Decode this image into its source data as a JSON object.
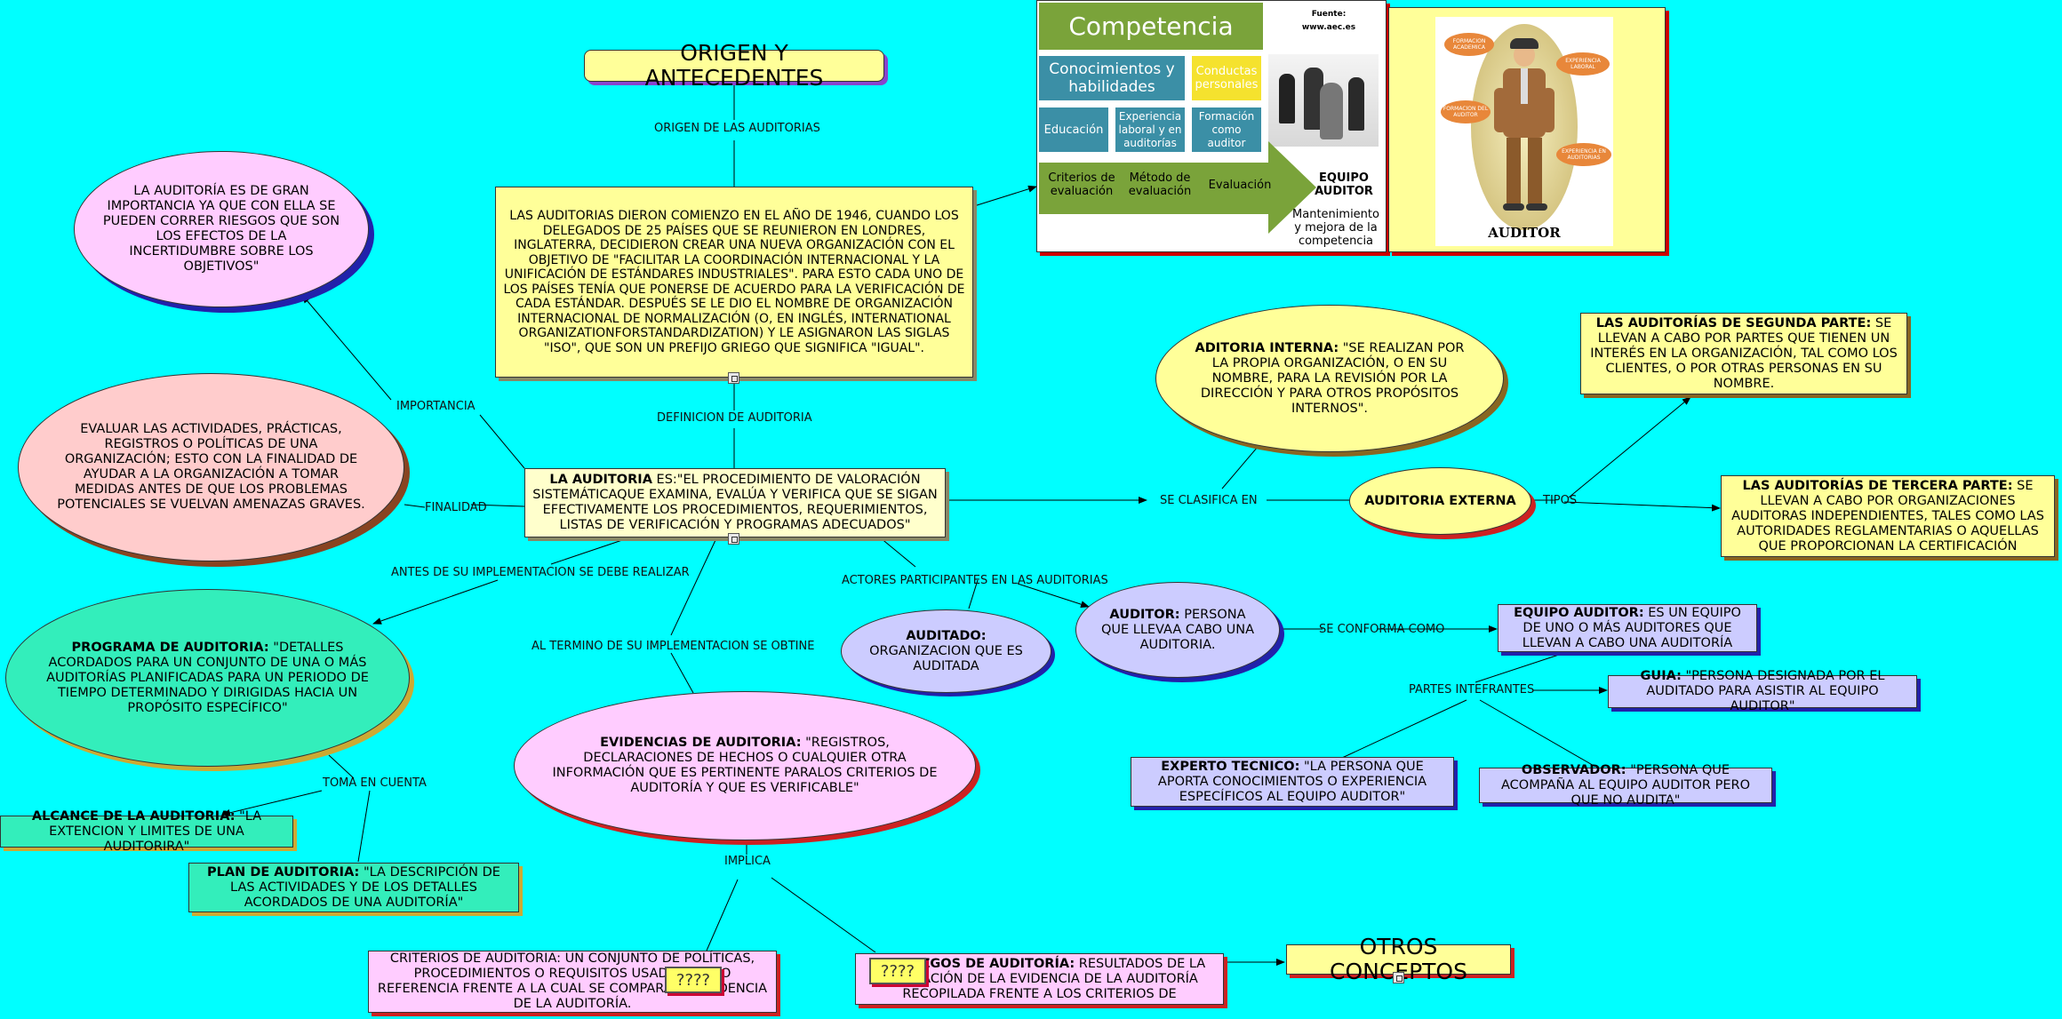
{
  "nodes": {
    "origen_title": "ORIGEN Y ANTECEDENTES",
    "historia": "LAS AUDITORIAS DIERON COMIENZO EN EL AÑO DE  1946, CUANDO LOS DELEGADOS DE 25 PAÍSES QUE SE REUNIERON EN LONDRES, INGLATERRA, DECIDIERON CREAR UNA NUEVA ORGANIZACIÓN CON EL OBJETIVO DE \"FACILITAR LA COORDINACIÓN INTERNACIONAL Y LA UNIFICACIÓN DE ESTÁNDARES INDUSTRIALES\".  PARA ESTO CADA UNO DE LOS PAÍSES TENÍA QUE PONERSE DE ACUERDO PARA LA VERIFICACIÓN DE CADA ESTÁNDAR.  DESPUÉS SE LE DIO EL NOMBRE DE ORGANIZACIÓN INTERNACIONAL DE NORMALIZACIÓN (O, EN INGLÉS, INTERNATIONAL ORGANIZATIONFORSTANDARDIZATION) Y LE ASIGNARON LAS SIGLAS \"ISO\", QUE SON UN PREFIJO GRIEGO QUE SIGNIFICA \"IGUAL\".",
    "importancia": "LA AUDITORÍA ES DE GRAN IMPORTANCIA YA QUE CON ELLA SE PUEDEN CORRER RIESGOS QUE SON LOS EFECTOS DE LA INCERTIDUMBRE SOBRE LOS OBJETIVOS\"",
    "finalidad": "EVALUAR LAS ACTIVIDADES, PRÁCTICAS, REGISTROS O POLÍTICAS DE UNA ORGANIZACIÓN; ESTO CON LA FINALIDAD DE AYUDAR A LA ORGANIZACIÓN A TOMAR MEDIDAS ANTES DE QUE LOS PROBLEMAS POTENCIALES SE VUELVAN AMENAZAS GRAVES.",
    "auditoria_bold": "LA AUDITORIA",
    "auditoria_text": " ES:\"EL PROCEDIMIENTO DE VALORACIÓN SISTEMÁTICAQUE EXAMINA, EVALÚA Y VERIFICA QUE SE SIGAN EFECTIVAMENTE LOS PROCEDIMIENTOS, REQUERIMIENTOS, LISTAS DE VERIFICACIÓN Y PROGRAMAS ADECUADOS\"",
    "programa_bold": "PROGRAMA DE AUDITORIA:",
    "programa_text": " \"DETALLES ACORDADOS PARA UN CONJUNTO DE UNA O MÁS AUDITORÍAS PLANIFICADAS PARA UN PERIODO DE TIEMPO DETERMINADO Y DIRIGIDAS HACIA UN PROPÓSITO ESPECÍFICO\"",
    "alcance_bold": "ALCANCE DE LA AUDITORIA:",
    "alcance_text": " \"LA EXTENCION Y LIMITES DE UNA AUDITORIRA\"",
    "plan_bold": "PLAN DE AUDITORIA:",
    "plan_text": " \"LA DESCRIPCIÓN DE LAS ACTIVIDADES Y DE LOS DETALLES ACORDADOS DE UNA AUDITORÍA\"",
    "evidencias_bold": "EVIDENCIAS DE AUDITORIA:",
    "evidencias_text": " \"REGISTROS, DECLARACIONES DE HECHOS O CUALQUIER OTRA INFORMACIÓN QUE ES PERTINENTE PARALOS CRITERIOS DE AUDITORÍA Y QUE ES VERIFICABLE\"",
    "criterios": "CRITERIOS DE AUDITORIA: UN CONJUNTO DE POLÍTICAS, PROCEDIMIENTOS O REQUISITOS USADOS COMO REFERENCIA FRENTE A LA CUAL SE COMPARA LA EVIDENCIA DE LA AUDITORÍA.",
    "hallazgos_bold": "HALLAZGOS DE AUDITORÍA:",
    "hallazgos_text": " RESULTADOS DE LA EVALUACIÓN DE LA EVIDENCIA DE LA AUDITORÍA  RECOPILADA FRENTE A LOS CRITERIOS DE",
    "otros_title": "OTROS CONCEPTOS",
    "auditado_bold": "AUDITADO:",
    "auditado_text": " ORGANIZACION QUE ES AUDITADA",
    "auditor_bold": "AUDITOR:",
    "auditor_text": " PERSONA QUE LLEVAA CABO UNA AUDITORIA.",
    "equipo_bold": "EQUIPO AUDITOR:",
    "equipo_text": " ES UN EQUIPO DE UNO O MÁS AUDITORES QUE LLEVAN A CABO UNA AUDITORÍA",
    "guia_bold": "GUIA:",
    "guia_text": " \"PERSONA DESIGNADA POR EL AUDITADO PARA ASISTIR AL EQUIPO AUDITOR\"",
    "experto_bold": "EXPERTO TECNICO:",
    "experto_text": " \"LA PERSONA QUE APORTA CONOCIMIENTOS O EXPERIENCIA ESPECÍFICOS AL EQUIPO AUDITOR\"",
    "observador_bold": "OBSERVADOR:",
    "observador_text": " \"PERSONA QUE ACOMPAÑA AL EQUIPO AUDITOR PERO QUE NO AUDITA\"",
    "interna_bold": "ADITORIA INTERNA:",
    "interna_text": " \"SE REALIZAN POR LA PROPIA ORGANIZACIÓN, O EN SU NOMBRE, PARA LA REVISIÓN POR LA DIRECCIÓN Y PARA OTROS PROPÓSITOS INTERNOS\".",
    "externa": "AUDITORIA EXTERNA",
    "segunda_bold": "LAS AUDITORÍAS DE SEGUNDA PARTE:",
    "segunda_text": " SE LLEVAN A CABO POR PARTES QUE TIENEN UN INTERÉS EN LA ORGANIZACIÓN, TAL COMO LOS CLIENTES, O POR OTRAS PERSONAS EN SU NOMBRE.",
    "tercera_bold": "LAS AUDITORÍAS DE TERCERA PARTE:",
    "tercera_text": " SE LLEVAN A CABO POR ORGANIZACIONES AUDITORAS INDEPENDIENTES, TALES COMO LAS AUTORIDADES REGLAMENTARIAS O AQUELLAS QUE PROPORCIONAN LA CERTIFICACIÓN",
    "qmarks": "????"
  },
  "links": {
    "origen": "ORIGEN DE LAS AUDITORIAS",
    "definicion": "DEFINICION DE AUDITORIA",
    "importancia": "IMPORTANCIA",
    "finalidad": "FINALIDAD",
    "antes": "ANTES DE SU IMPLEMENTACION SE DEBE REALIZAR",
    "termino": "AL TERMINO DE SU IMPLEMENTACION SE OBTINE",
    "actores": "ACTORES PARTICIPANTES EN LAS AUDITORIAS",
    "clasifica": "SE CLASIFICA EN",
    "tipos": "TIPOS",
    "conforma": "SE CONFORMA COMO",
    "partes": "PARTES INTEFRANTES",
    "toma": "TOMA EN CUENTA",
    "implica": "IMPLICA"
  },
  "competencia": {
    "title": "Competencia",
    "source": "Fuente: www.aec.es",
    "conocimientos": "Conocimientos y habilidades",
    "conductas": "Conductas personales",
    "educacion": "Educación",
    "experiencia": "Experiencia laboral y en auditorías",
    "formacion": "Formación como auditor",
    "criterios": "Criterios de evaluación",
    "metodo": "Método de evaluación",
    "evaluacion": "Evaluación",
    "equipo": "EQUIPO AUDITOR",
    "mantenimiento": "Mantenimiento y mejora de la competencia"
  },
  "auditor_img": {
    "caption": "AUDITOR",
    "b1": "FORMACION ACADEMICA",
    "b2": "EXPERIENCIA LABORAL",
    "b3": "FORMACION DEL AUDITOR",
    "b4": "EXPERIENCIA EN AUDITORIAS"
  },
  "colors": {
    "background": "#00ffff",
    "yellow": "#ffff99",
    "pink": "#ffccff",
    "salmon": "#ffcccc",
    "green": "#33eebb",
    "lavender": "#ccccff",
    "olive_green": "#7aa33a",
    "teal": "#3b8fa6"
  }
}
